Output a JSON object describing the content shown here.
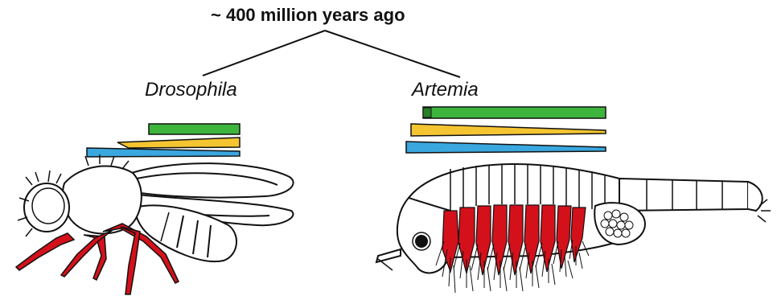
{
  "title": "~ 400 million years ago",
  "taxa": [
    {
      "name": "Drosophila"
    },
    {
      "name": "Artemia"
    }
  ],
  "colors": {
    "green": "#3db53d",
    "yellow": "#f5c531",
    "blue": "#3aa7df",
    "red": "#d4111b",
    "outline": "#111111"
  }
}
